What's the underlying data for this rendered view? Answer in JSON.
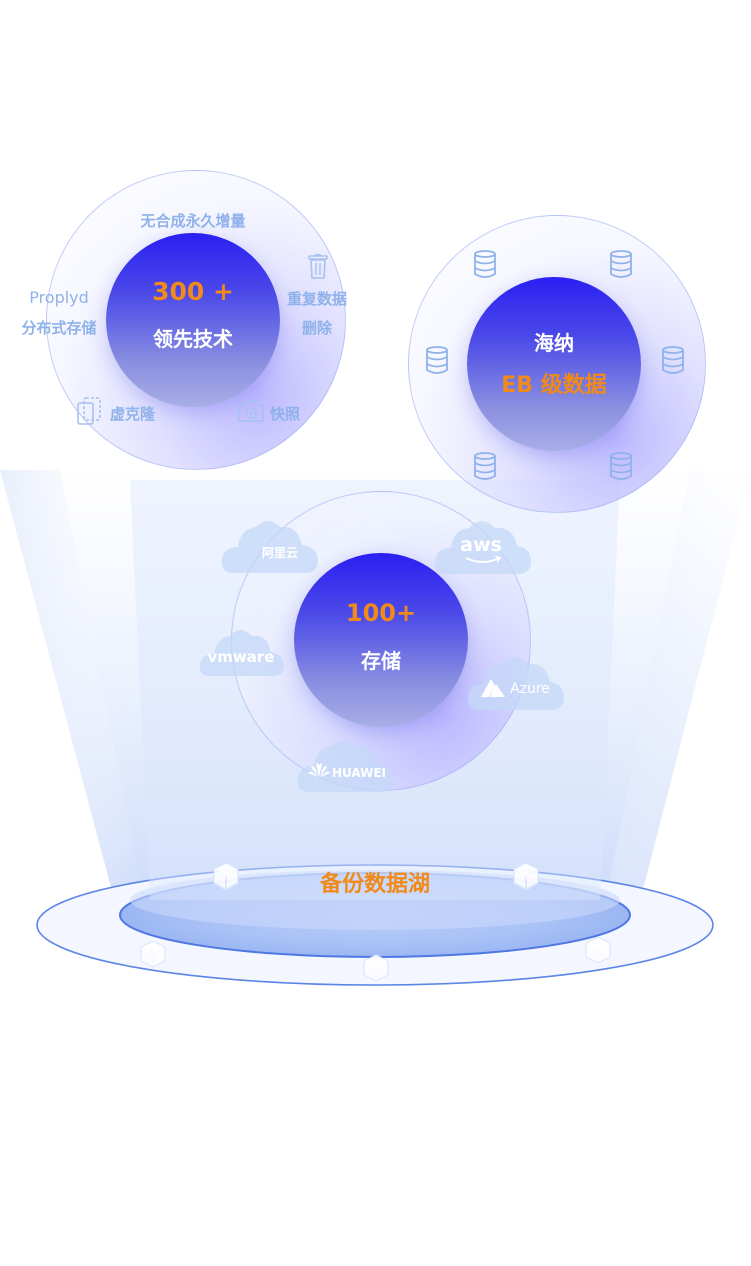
{
  "tech_circle": {
    "number": "300 +",
    "label": "领先技术",
    "features": {
      "top": "无合成永久增量",
      "proplyd_1": "Proplyd",
      "proplyd_2": "分布式存储",
      "dedup_1": "重复数据",
      "dedup_2": "删除",
      "clone": "虚克隆",
      "snapshot": "快照"
    }
  },
  "data_circle": {
    "line1": "海纳",
    "line2": "EB 级数据"
  },
  "storage_circle": {
    "number": "100+",
    "label": "存储",
    "providers": {
      "aliyun": "阿里云",
      "aws": "aws",
      "vmware": "vmware",
      "azure": "Azure",
      "huawei": "HUAWEI"
    }
  },
  "lake": {
    "title": "备份数据湖"
  },
  "colors": {
    "accent_orange": "#f08a1a",
    "core_blue": "#2a1ff2",
    "label_blue": "#8fb2ea",
    "ring_line": "#5c85e6"
  }
}
